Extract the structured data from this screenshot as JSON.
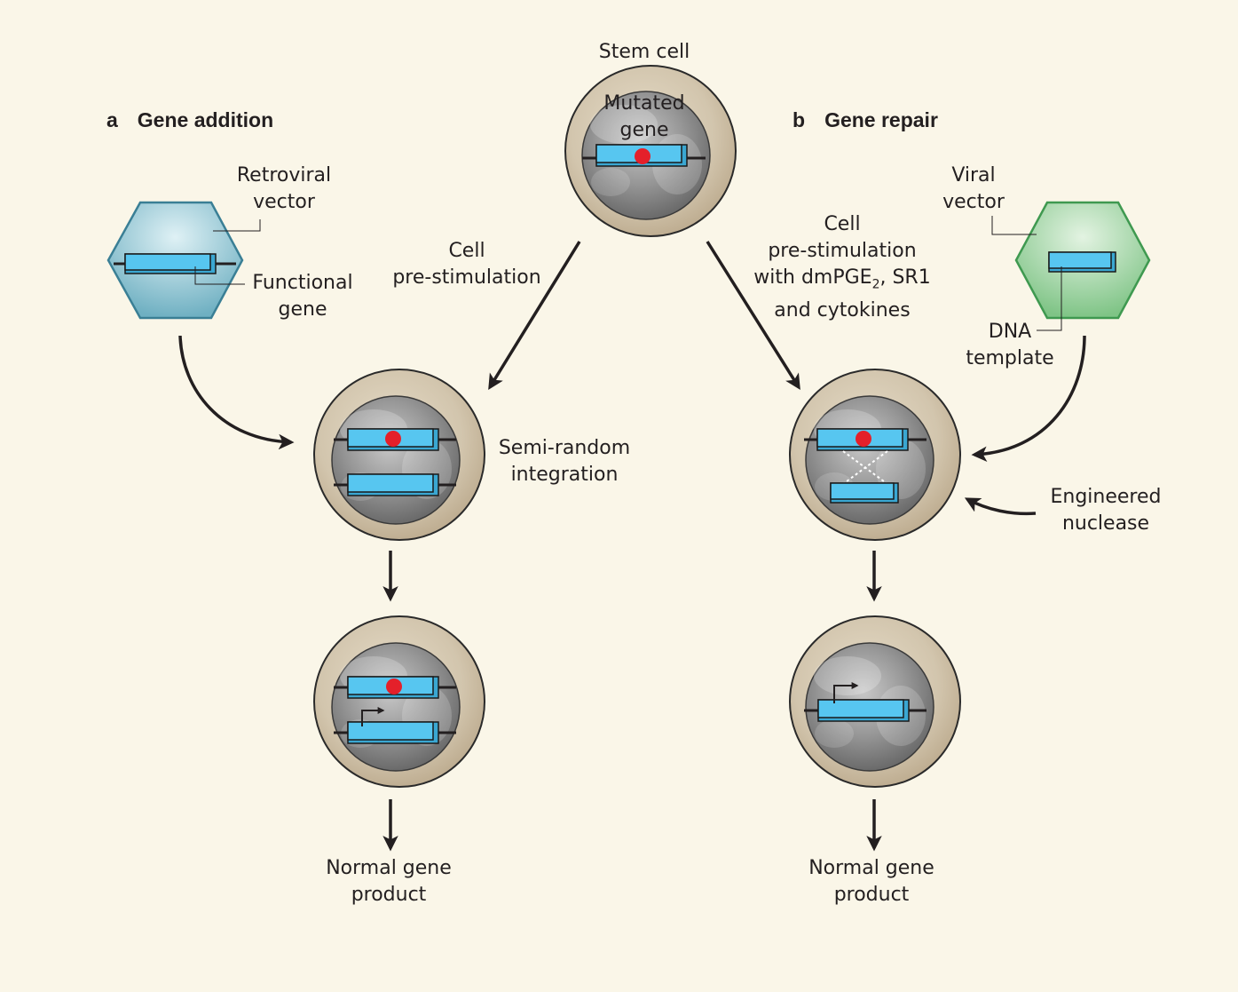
{
  "panels": {
    "a": {
      "letter": "a",
      "title": "Gene addition"
    },
    "b": {
      "letter": "b",
      "title": "Gene repair"
    }
  },
  "labels": {
    "stem_cell": "Stem cell",
    "mutated_gene_1": "Mutated",
    "mutated_gene_2": "gene",
    "retroviral_vector_1": "Retroviral",
    "retroviral_vector_2": "vector",
    "functional_gene_1": "Functional",
    "functional_gene_2": "gene",
    "cell_prestim_a_1": "Cell",
    "cell_prestim_a_2": "pre-stimulation",
    "cell_prestim_b_1": "Cell",
    "cell_prestim_b_2": "pre-stimulation",
    "cell_prestim_b_3_prefix": "with dmPGE",
    "cell_prestim_b_3_sub": "2",
    "cell_prestim_b_3_suffix": ", SR1",
    "cell_prestim_b_4": "and cytokines",
    "viral_vector_1": "Viral",
    "viral_vector_2": "vector",
    "dna_template_1": "DNA",
    "dna_template_2": "template",
    "semi_random_1": "Semi-random",
    "semi_random_2": "integration",
    "engineered_nuclease_1": "Engineered",
    "engineered_nuclease_2": "nuclease",
    "normal_product_a_1": "Normal gene",
    "normal_product_a_2": "product",
    "normal_product_b_1": "Normal gene",
    "normal_product_b_2": "product"
  },
  "colors": {
    "background": "#faf6e8",
    "gene_blue": "#4fc3ee",
    "mutation_red": "#e4202a",
    "retroviral_vector": "#6fb6c7",
    "viral_vector": "#7cc98a",
    "cell_membrane": "#cdbfa6",
    "nucleus": "#8c8c8c"
  }
}
